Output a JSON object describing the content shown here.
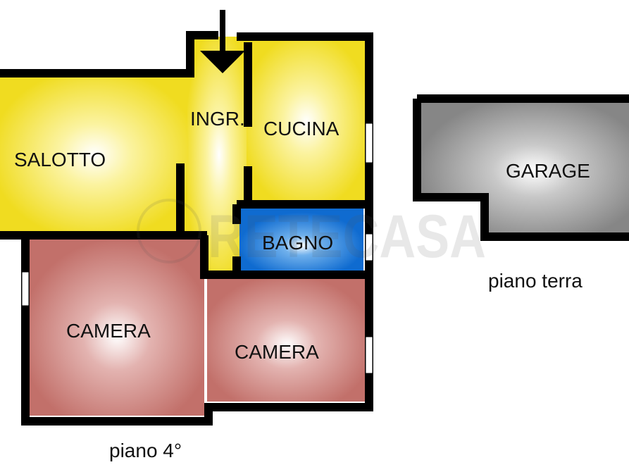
{
  "rooms": {
    "salotto": "SALOTTO",
    "ingresso": "INGR.",
    "cucina": "CUCINA",
    "bagno": "BAGNO",
    "camera1": "CAMERA",
    "camera2": "CAMERA",
    "garage": "GARAGE"
  },
  "floors": {
    "upper": "piano 4°",
    "ground": "piano terra"
  },
  "watermark": "RETECASA",
  "colors": {
    "living": "#f2e02a",
    "bath": "#1a76d2",
    "bedroom": "#c77670",
    "garage": "#8a8a8a",
    "wall": "#000000"
  }
}
